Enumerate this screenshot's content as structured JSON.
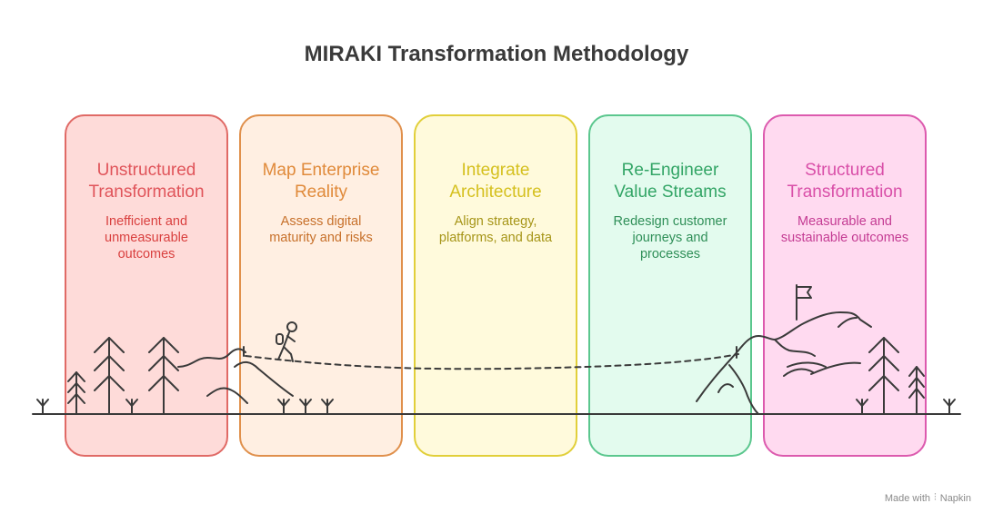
{
  "title": "MIRAKI Transformation Methodology",
  "cards": [
    {
      "title_line1": "Unstructured",
      "title_line2": "Transformation",
      "desc_line1": "Inefficient and",
      "desc_line2": "unmeasurable",
      "desc_line3": "outcomes",
      "fill": "#fedbd9",
      "border": "#e06a66",
      "title_color": "#e0545a",
      "desc_color": "#d9403f"
    },
    {
      "title_line1": "Map Enterprise",
      "title_line2": "Reality",
      "desc_line1": "Assess digital",
      "desc_line2": "maturity and risks",
      "desc_line3": "",
      "fill": "#ffefe2",
      "border": "#e0904c",
      "title_color": "#e08a3a",
      "desc_color": "#c7702a"
    },
    {
      "title_line1": "Integrate",
      "title_line2": "Architecture",
      "desc_line1": "Align strategy,",
      "desc_line2": "platforms, and data",
      "desc_line3": "",
      "fill": "#fffadc",
      "border": "#e1cf3a",
      "title_color": "#d5c01f",
      "desc_color": "#a69518"
    },
    {
      "title_line1": "Re-Engineer",
      "title_line2": "Value Streams",
      "desc_line1": "Redesign customer",
      "desc_line2": "journeys and",
      "desc_line3": "processes",
      "fill": "#e3fbee",
      "border": "#5bc78e",
      "title_color": "#33a566",
      "desc_color": "#2f8f58"
    },
    {
      "title_line1": "Structured",
      "title_line2": "Transformation",
      "desc_line1": "Measurable and",
      "desc_line2": "sustainable outcomes",
      "desc_line3": "",
      "fill": "#ffdaf0",
      "border": "#dc5aae",
      "title_color": "#d94fa8",
      "desc_color": "#c43c93"
    }
  ],
  "footer": {
    "label": "Made with",
    "brand": "Napkin",
    "icon": "napkin-logo-icon"
  },
  "colors": {
    "line": "#3a3a3a",
    "title": "#3a3a3a"
  }
}
